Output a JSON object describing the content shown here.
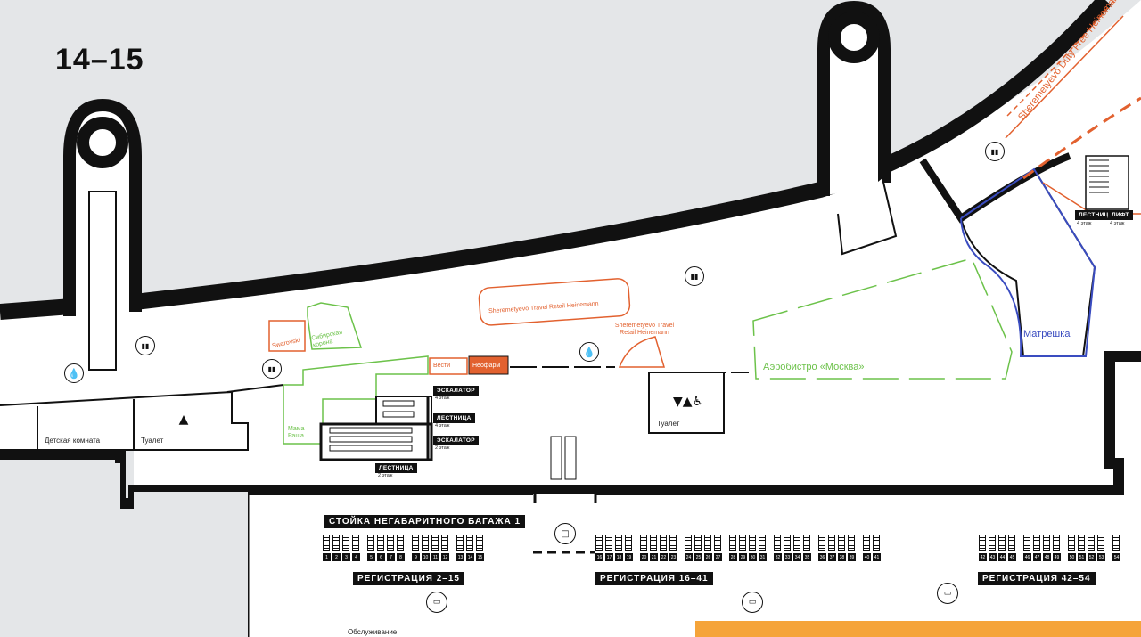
{
  "zone_label": "14–15",
  "zones": {
    "children_room": "Детская комната",
    "toilet_left": "Туалет",
    "toilet_right": "Туалет",
    "service": "Обслуживание"
  },
  "shops": {
    "swarovski": "Swarovski",
    "siberian_crown": "Сибирская корона",
    "str_heinemann_big": "Sheremetyevo Travel Retail Heinemann",
    "str_heinemann_small": "Sheremetyevo Travel Retail Heinemann",
    "duty_free": "Sheremetyevo Duty Free Heinemann",
    "vesti": "Вести",
    "neofarm": "Неофарм",
    "mama_rasha": "Мама Раша",
    "aerobistro": "Аэробистро «Москва»",
    "matreshka": "Матрешка"
  },
  "vertical": {
    "escalator_top": "ЭСКАЛАТОР",
    "escalator_top_floor": "4 этаж",
    "stairs_mid": "ЛЕСТНИЦА",
    "stairs_mid_floor": "4 этаж",
    "escalator_bottom": "ЭСКАЛАТОР",
    "escalator_bottom_floor": "2 этаж",
    "stairs_bottom": "ЛЕСТНИЦА",
    "stairs_bottom_floor": "2 этаж",
    "stairs_right": "ЛЕСТНИЦА",
    "stairs_right_floor": "4 этаж",
    "lift_right": "ЛИФТ",
    "lift_right_floor": "4 этаж"
  },
  "checkin": {
    "oversize": "СТОЙКА НЕГАБАРИТНОГО БАГАЖА 1",
    "group1_label": "РЕГИСТРАЦИЯ 2–15",
    "group2_label": "РЕГИСТРАЦИЯ 16–41",
    "group3_label": "РЕГИСТРАЦИЯ 42–54",
    "counters_a": [
      "1",
      "2",
      "3",
      "4",
      "5",
      "6",
      "7",
      "8",
      "9",
      "10",
      "11",
      "12",
      "13",
      "14",
      "15"
    ],
    "counters_b": [
      "16",
      "17",
      "18",
      "19",
      "20",
      "21",
      "22",
      "23",
      "24",
      "25",
      "26",
      "27",
      "28",
      "29",
      "30",
      "31",
      "32",
      "33",
      "34",
      "35",
      "36",
      "37",
      "38",
      "39",
      "40",
      "41"
    ],
    "counters_c": [
      "42",
      "43",
      "44",
      "45",
      "46",
      "47",
      "48",
      "49",
      "50",
      "51",
      "52",
      "53",
      "54"
    ]
  },
  "icons": {
    "water": "water-drop-icon",
    "battery": "charging-icon",
    "toilet": "toilet-icon",
    "baby": "baby-icon",
    "atm": "atm-icon",
    "payment": "payment-card-icon",
    "phone": "phone-checkin-icon"
  },
  "colors": {
    "wall": "#111111",
    "floor": "#ffffff",
    "outside": "#e4e6e8",
    "shop_orange": "#e2612f",
    "shop_green": "#6cc24a",
    "shop_blue": "#3a4cc0",
    "neofarm_fill": "#e2612f",
    "highlight": "#f5a43a"
  }
}
